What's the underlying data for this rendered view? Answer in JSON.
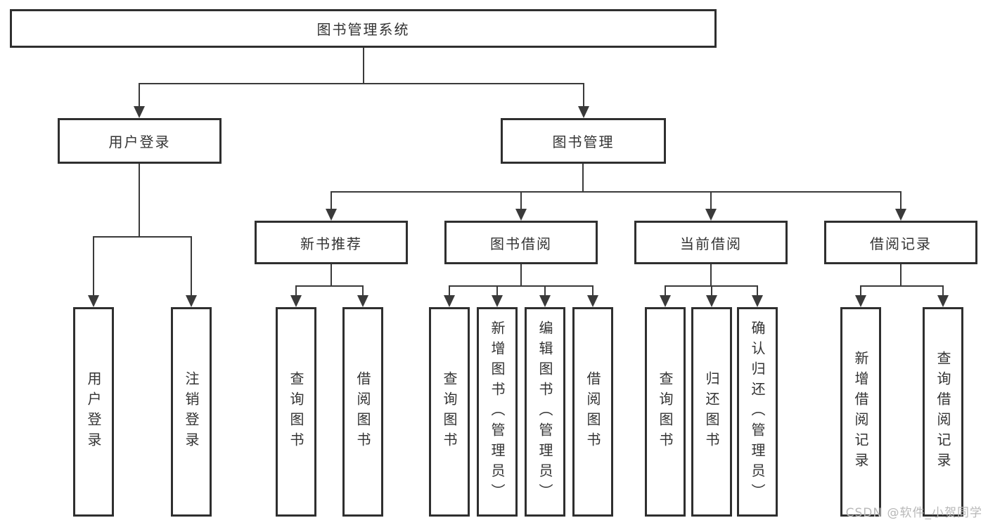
{
  "nodes": {
    "root": {
      "label": "图书管理系统"
    },
    "level2": [
      {
        "label": "用户登录"
      },
      {
        "label": "图书管理"
      }
    ],
    "level3": [
      {
        "label": "新书推荐"
      },
      {
        "label": "图书借阅"
      },
      {
        "label": "当前借阅"
      },
      {
        "label": "借阅记录"
      }
    ],
    "leaves": [
      {
        "label": "用户登录"
      },
      {
        "label": "注销登录"
      },
      {
        "label": "查询图书"
      },
      {
        "label": "借阅图书"
      },
      {
        "label": "查询图书"
      },
      {
        "label": "新增图书（管理员）"
      },
      {
        "label": "编辑图书（管理员）"
      },
      {
        "label": "借阅图书"
      },
      {
        "label": "查询图书"
      },
      {
        "label": "归还图书"
      },
      {
        "label": "确认归还（管理员）"
      },
      {
        "label": "新增借阅记录"
      },
      {
        "label": "查询借阅记录"
      }
    ]
  },
  "watermark": {
    "text": "CSDN @软件_小贺同学"
  },
  "colors": {
    "line": "#3a3a3a",
    "box_border": "#2f2f2f",
    "text": "#333333",
    "watermark": "#b8b8b8",
    "background": "#ffffff"
  }
}
